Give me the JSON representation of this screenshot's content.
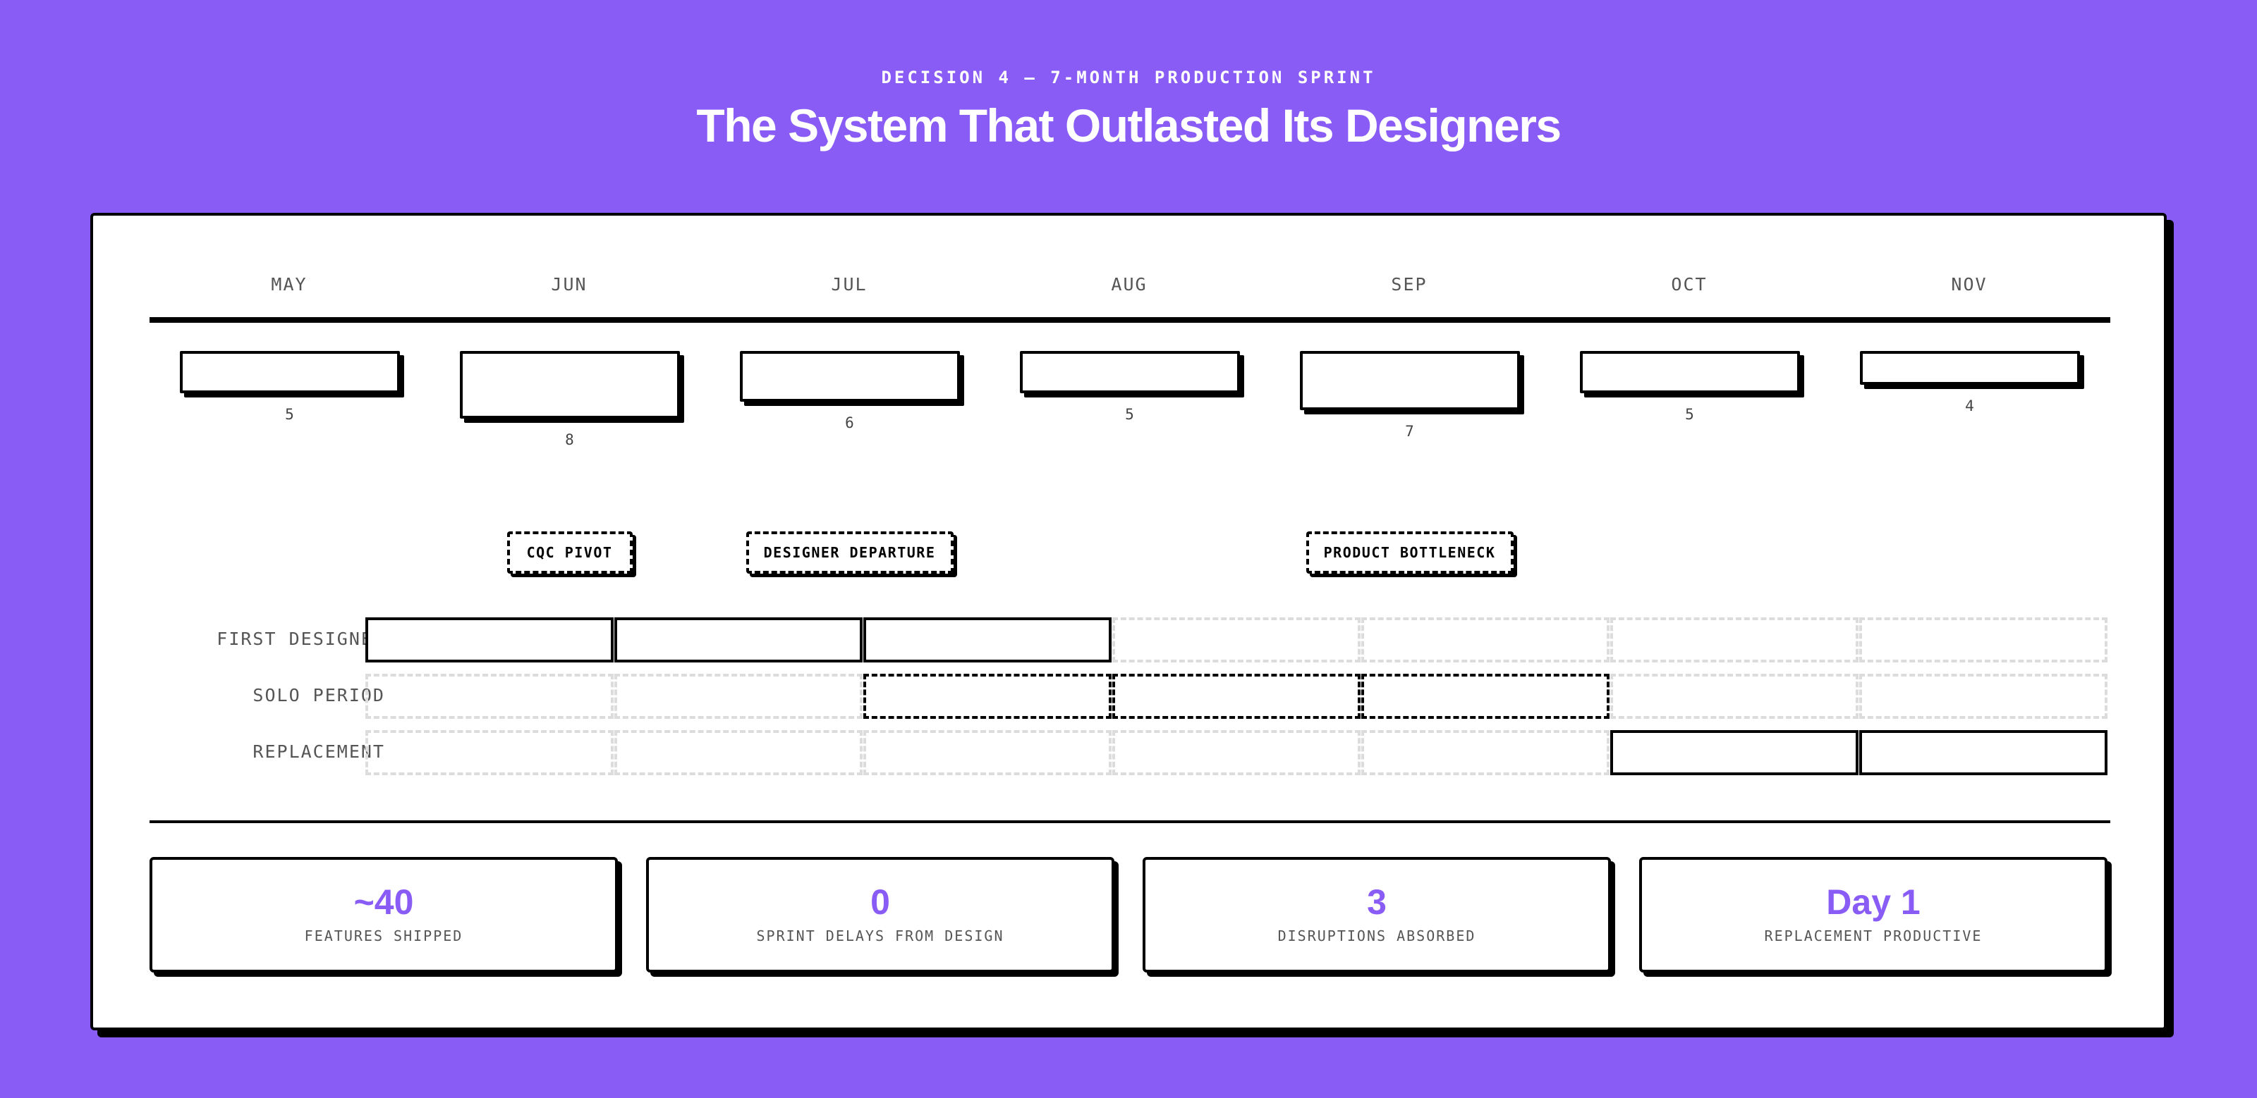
{
  "header": {
    "eyebrow": "DECISION 4 — 7-MONTH PRODUCTION SPRINT",
    "title": "The System That Outlasted Its Designers"
  },
  "colors": {
    "background": "#8a5cf6",
    "accent": "#8a5cf6",
    "ink": "#000000",
    "muted": "#555555",
    "empty_cell": "#dcdcdc"
  },
  "chart_data": {
    "type": "bar",
    "categories": [
      "MAY",
      "JUN",
      "JUL",
      "AUG",
      "SEP",
      "OCT",
      "NOV"
    ],
    "values": [
      5,
      8,
      6,
      5,
      7,
      5,
      4
    ],
    "value_labels": [
      "5",
      "8",
      "6",
      "5",
      "7",
      "5",
      "4"
    ],
    "events": [
      {
        "label": "CQC PIVOT",
        "month": "JUN"
      },
      {
        "label": "DESIGNER DEPARTURE",
        "month": "JUL"
      },
      {
        "label": "PRODUCT BOTTLENECK",
        "month": "SEP"
      }
    ],
    "timeline": {
      "rows": [
        {
          "label": "FIRST DESIGNER",
          "style": "solid",
          "active": [
            true,
            true,
            true,
            false,
            false,
            false,
            false
          ]
        },
        {
          "label": "SOLO PERIOD",
          "style": "dashed",
          "active": [
            false,
            false,
            true,
            true,
            true,
            false,
            false
          ]
        },
        {
          "label": "REPLACEMENT",
          "style": "solid",
          "active": [
            false,
            false,
            false,
            false,
            false,
            true,
            true
          ]
        }
      ]
    }
  },
  "stats": [
    {
      "value": "~40",
      "label": "FEATURES SHIPPED"
    },
    {
      "value": "0",
      "label": "SPRINT DELAYS FROM DESIGN"
    },
    {
      "value": "3",
      "label": "DISRUPTIONS ABSORBED"
    },
    {
      "value": "Day 1",
      "label": "REPLACEMENT PRODUCTIVE"
    }
  ]
}
